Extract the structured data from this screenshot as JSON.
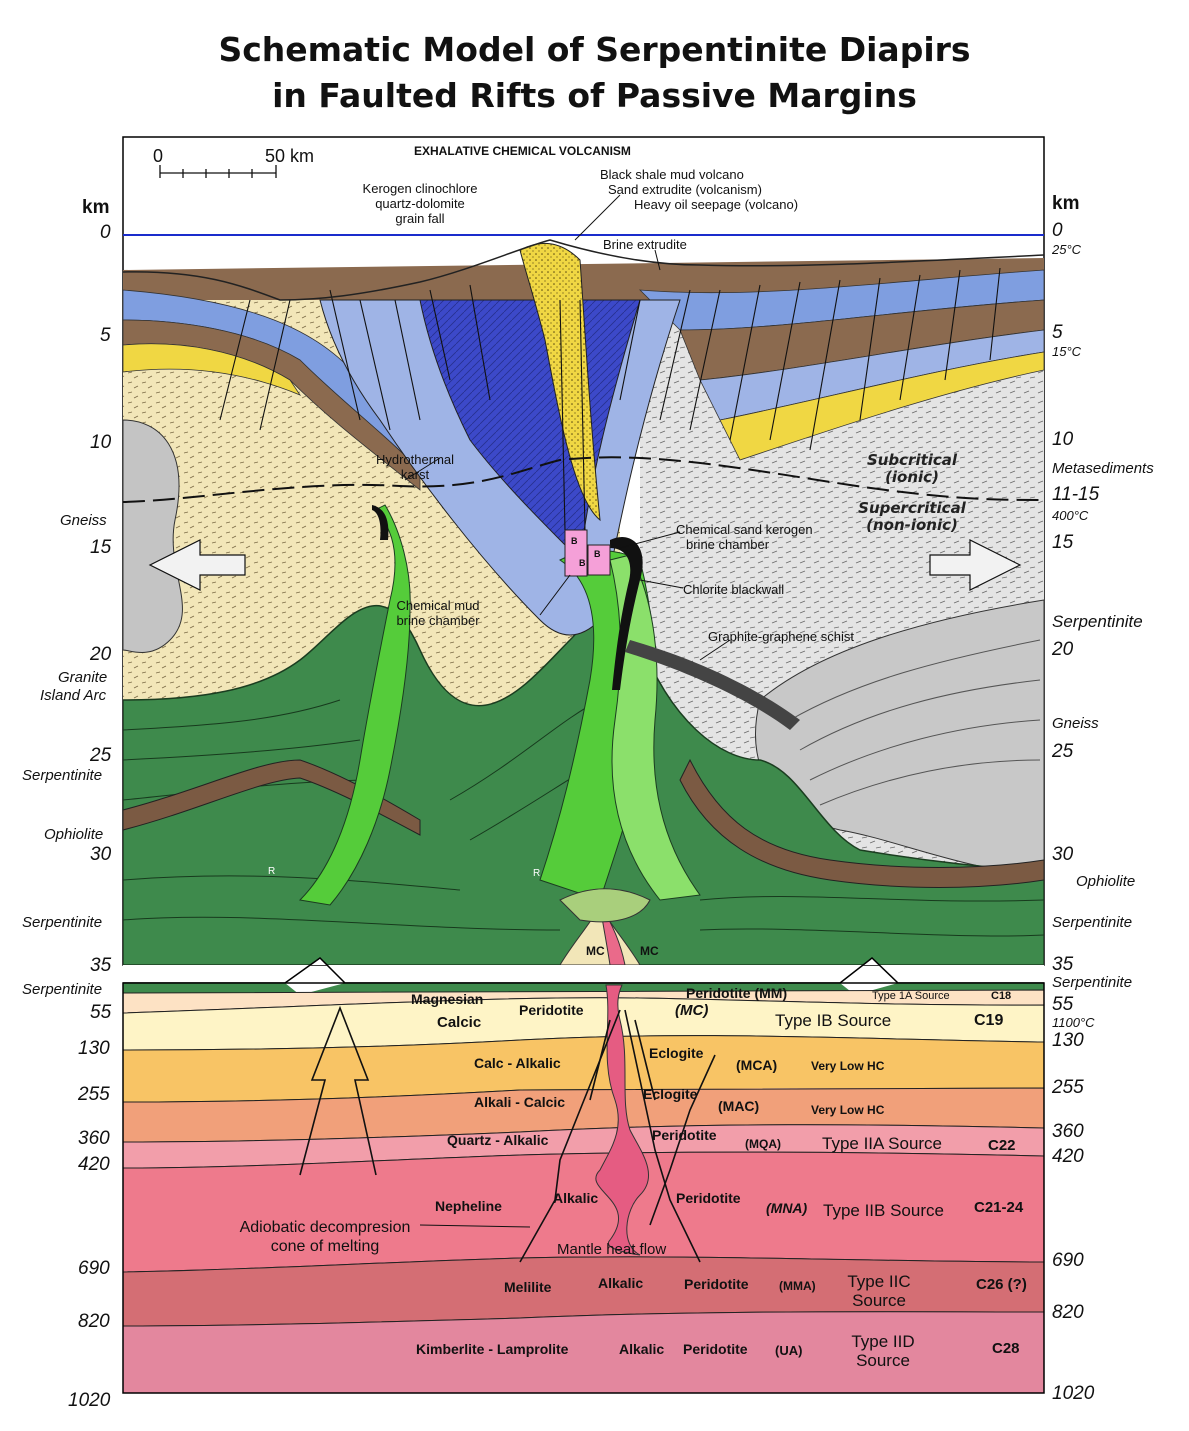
{
  "title": {
    "line1": "Schematic Model of Serpentinite Diapirs",
    "line2": "in Faulted Rifts of Passive Margins"
  },
  "scale_bar": {
    "start": "0",
    "end": "50 km"
  },
  "header_label": "EXHALATIVE CHEMICAL VOLCANISM",
  "axis": {
    "unit": "km",
    "left_depths": [
      "0",
      "5",
      "10",
      "15",
      "20",
      "25",
      "30",
      "35",
      "55",
      "130",
      "255",
      "360",
      "420",
      "690",
      "820",
      "1020"
    ],
    "right_depths": [
      "0",
      "5",
      "10",
      "11-15",
      "15",
      "20",
      "25",
      "30",
      "35",
      "55",
      "130",
      "255",
      "360",
      "420",
      "690",
      "820",
      "1020"
    ],
    "left_labels": {
      "gneiss": "Gneiss",
      "granite": "Granite",
      "island_arc": "Island Arc",
      "serpentinite_1": "Serpentinite",
      "ophiolite": "Ophiolite",
      "serpentinite_2": "Serpentinite",
      "serpentinite_3": "Serpentinite"
    },
    "right_labels": {
      "temp_25": "25°C",
      "temp_15": "15°C",
      "metasediments": "Metasediments",
      "temp_400": "400°C",
      "serpentinite_1": "Serpentinite",
      "gneiss": "Gneiss",
      "ophiolite": "Ophiolite",
      "serpentinite_2": "Serpentinite",
      "serpentinite_3": "Serpentinite",
      "temp_1100": "1100°C"
    }
  },
  "annotations": {
    "kerogen": [
      "Kerogen clinochlore",
      "quartz-dolomite",
      "grain fall"
    ],
    "mud_volcano": [
      "Black shale mud volcano",
      "Sand extrudite (volcanism)",
      "Heavy oil seepage (volcano)"
    ],
    "brine": "Brine extrudite",
    "karst": [
      "Hydrothermal",
      "karst"
    ],
    "subcritical": [
      "Subcritical",
      "(ionic)"
    ],
    "supercritical": [
      "Supercritical",
      "(non-ionic)"
    ],
    "sand_kerogen": [
      "Chemical sand kerogen",
      "brine chamber"
    ],
    "blackwall": "Chlorite blackwall",
    "mud_brine": [
      "Chemical mud",
      "brine chamber"
    ],
    "graphite": "Graphite-graphene schist",
    "mc_left": "MC",
    "mc_right": "MC",
    "r_mark": "R",
    "b_mark": "B"
  },
  "mantle": {
    "magnesian": "Magnesian",
    "calcic": "Calcic",
    "peridotite_1": "Peridotite",
    "peridotite_mm": "Peridotite (MM)",
    "mc": "(MC)",
    "type_1a": "Type 1A Source",
    "c18": "C18",
    "type_ib": "Type IB Source",
    "c19": "C19",
    "calc_alkalic": "Calc - Alkalic",
    "eclogite_1": "Eclogite",
    "mca": "(MCA)",
    "very_low_hc_1": "Very Low HC",
    "alkali_calcic": "Alkali - Calcic",
    "eclogite_2": "Eclogite",
    "mac": "(MAC)",
    "very_low_hc_2": "Very Low HC",
    "quartz_alkalic": "Quartz - Alkalic",
    "peridotite_mqa": "Peridotite",
    "mqa": "(MQA)",
    "type_iia": "Type IIA Source",
    "c22": "C22",
    "nepheline": "Nepheline",
    "alkalic_1": "Alkalic",
    "peridotite_mna": "Peridotite",
    "mna": "(MNA)",
    "type_iib": "Type IIB Source",
    "c21_24": "C21-24",
    "adiabatic": [
      "Adiobatic decompresion",
      "cone of melting"
    ],
    "heat_flow": "Mantle heat flow",
    "melilite": "Melilite",
    "alkalic_2": "Alkalic",
    "peridotite_mma": "Peridotite",
    "mma": "(MMA)",
    "type_iic": [
      "Type IIC",
      "Source"
    ],
    "c26": "C26 (?)",
    "kimberlite": "Kimberlite - Lamprolite",
    "alkalic_3": "Alkalic",
    "peridotite_ua": "Peridotite",
    "ua": "(UA)",
    "type_iid": [
      "Type IID",
      "Source"
    ],
    "c28": "C28"
  },
  "colors": {
    "sea_level": "#1a2ccc",
    "sediment_brown": "#8b6a4f",
    "sediment_blue": "#7f9ee0",
    "sand_yellow": "#f0d743",
    "granite_beige": "#f2e6b8",
    "gneiss_gray": "#c4c4c4",
    "serpentinite_green": "#3e8a4c",
    "diapir_green": "#55cc3a",
    "mantle_1": "#fde2c4",
    "mantle_2": "#fef4c6",
    "mantle_3": "#f8c465",
    "mantle_4": "#f1a07a",
    "mantle_5": "#f29eaa",
    "mantle_6": "#ee7a8c",
    "mantle_7": "#d46e74",
    "mantle_8": "#e3879e"
  }
}
